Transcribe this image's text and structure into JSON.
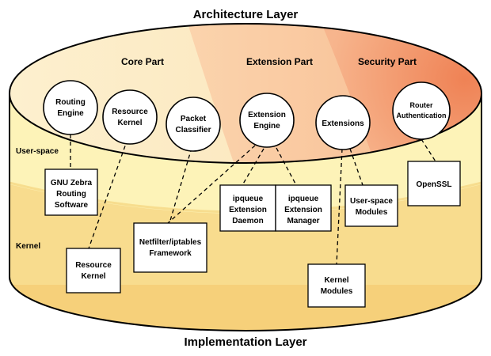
{
  "titles": {
    "top": "Architecture Layer",
    "bottom": "Implementation Layer"
  },
  "sections": {
    "core": "Core Part",
    "extension": "Extension Part",
    "security": "Security Part"
  },
  "layers": {
    "user_space": "User-space",
    "kernel": "Kernel"
  },
  "circles": {
    "routing_engine": [
      "Routing",
      "Engine"
    ],
    "resource_kernel": [
      "Resource",
      "Kernel"
    ],
    "packet_classifier": [
      "Packet",
      "Classifier"
    ],
    "extension_engine": [
      "Extension",
      "Engine"
    ],
    "extensions": [
      "Extensions"
    ],
    "router_authentication": [
      "Router",
      "Authentication"
    ]
  },
  "boxes": {
    "gnu_zebra": [
      "GNU Zebra",
      "Routing",
      "Software"
    ],
    "ipqueue_daemon": [
      "ipqueue",
      "Extension",
      "Daemon"
    ],
    "ipqueue_manager": [
      "ipqueue",
      "Extension",
      "Manager"
    ],
    "user_space_modules": [
      "User-space",
      "Modules"
    ],
    "openssl": [
      "OpenSSL"
    ],
    "resource_kernel_box": [
      "Resource",
      "Kernel"
    ],
    "netfilter": [
      "Netfilter/iptables",
      "Framework"
    ],
    "kernel_modules": [
      "Kernel",
      "Modules"
    ]
  },
  "colors": {
    "core": "#fbe9c0",
    "extension": "#f9c599",
    "security": "#f29a6c",
    "user_space_band": "#fdf4bd",
    "kernel_band": "#f9df95"
  }
}
